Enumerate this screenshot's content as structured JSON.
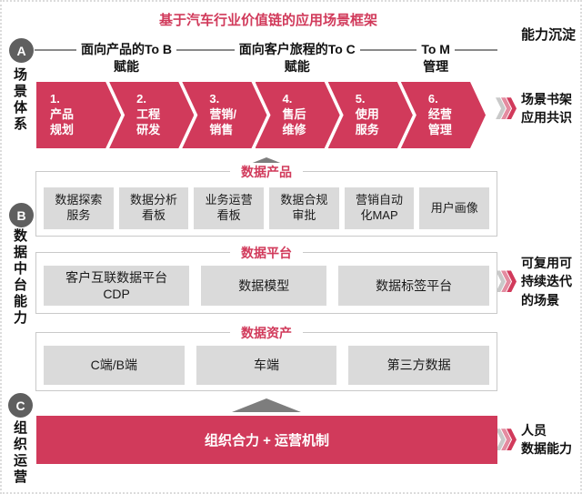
{
  "title": "基于汽车行业价值链的应用场景框架",
  "capability_label": "能力沉淀",
  "rail": {
    "a": {
      "badge": "A",
      "label": "场景体系"
    },
    "b": {
      "badge": "B",
      "label": "数据中台能力"
    },
    "c": {
      "badge": "C",
      "label": "组织运营"
    }
  },
  "groups": [
    {
      "text": "面向产品的To B\n赋能"
    },
    {
      "text": "面向客户旅程的To C\n赋能"
    },
    {
      "text": "To M\n管理"
    }
  ],
  "stages": [
    {
      "text": "1.\n产品\n规划"
    },
    {
      "text": "2.\n工程\n研发"
    },
    {
      "text": "3.\n营销/\n销售"
    },
    {
      "text": "4.\n售后\n维修"
    },
    {
      "text": "5.\n使用\n服务"
    },
    {
      "text": "6.\n经营\n管理"
    }
  ],
  "annotations": {
    "scene": "场景书架\n应用共识",
    "reuse": "可复用可\n持续迭代\n的场景",
    "people": "人员\n数据能力"
  },
  "sections": {
    "products": {
      "title": "数据产品",
      "boxes": [
        "数据探索\n服务",
        "数据分析\n看板",
        "业务运营\n看板",
        "数据合规\n审批",
        "营销自动\n化MAP",
        "用户画像"
      ]
    },
    "platform": {
      "title": "数据平台",
      "boxes": [
        "客户互联数据平台\nCDP",
        "数据模型",
        "数据标签平台"
      ]
    },
    "assets": {
      "title": "数据资产",
      "boxes": [
        "C端/B端",
        "车端",
        "第三方数据"
      ]
    }
  },
  "org_bar": {
    "text": "组织合力 + 运营机制"
  },
  "colors": {
    "accent": "#d13a5b",
    "box_gray": "#dadada",
    "badge_gray": "#5f5f5f",
    "triangle_gray": "#7d7d7d",
    "chevron_gray": "#c9c9c9",
    "chevron_pink": "#e48ba0"
  }
}
